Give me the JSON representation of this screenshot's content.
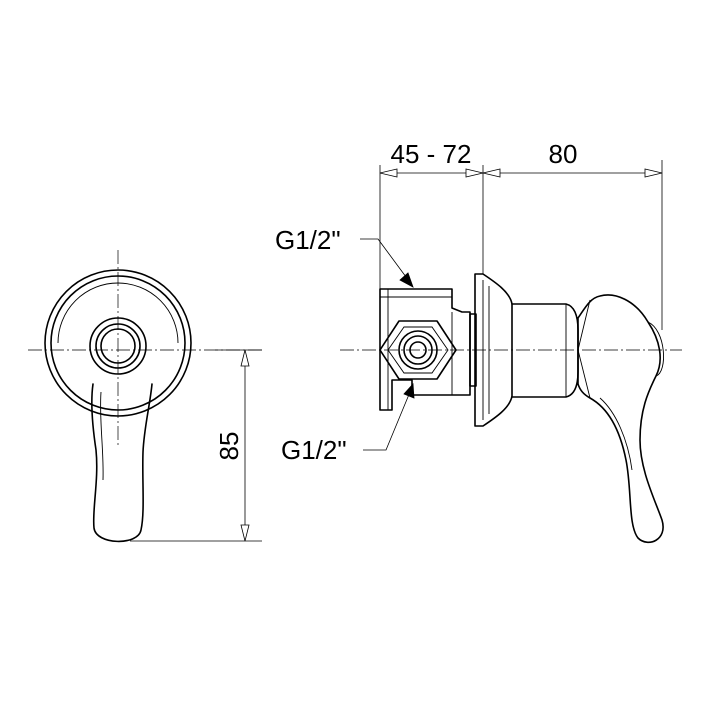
{
  "dimensions": {
    "wall_depth": "45 - 72",
    "handle_reach": "80",
    "handle_drop": "85"
  },
  "connections": {
    "top_connection": "G1/2\"",
    "bottom_connection": "G1/2\""
  }
}
